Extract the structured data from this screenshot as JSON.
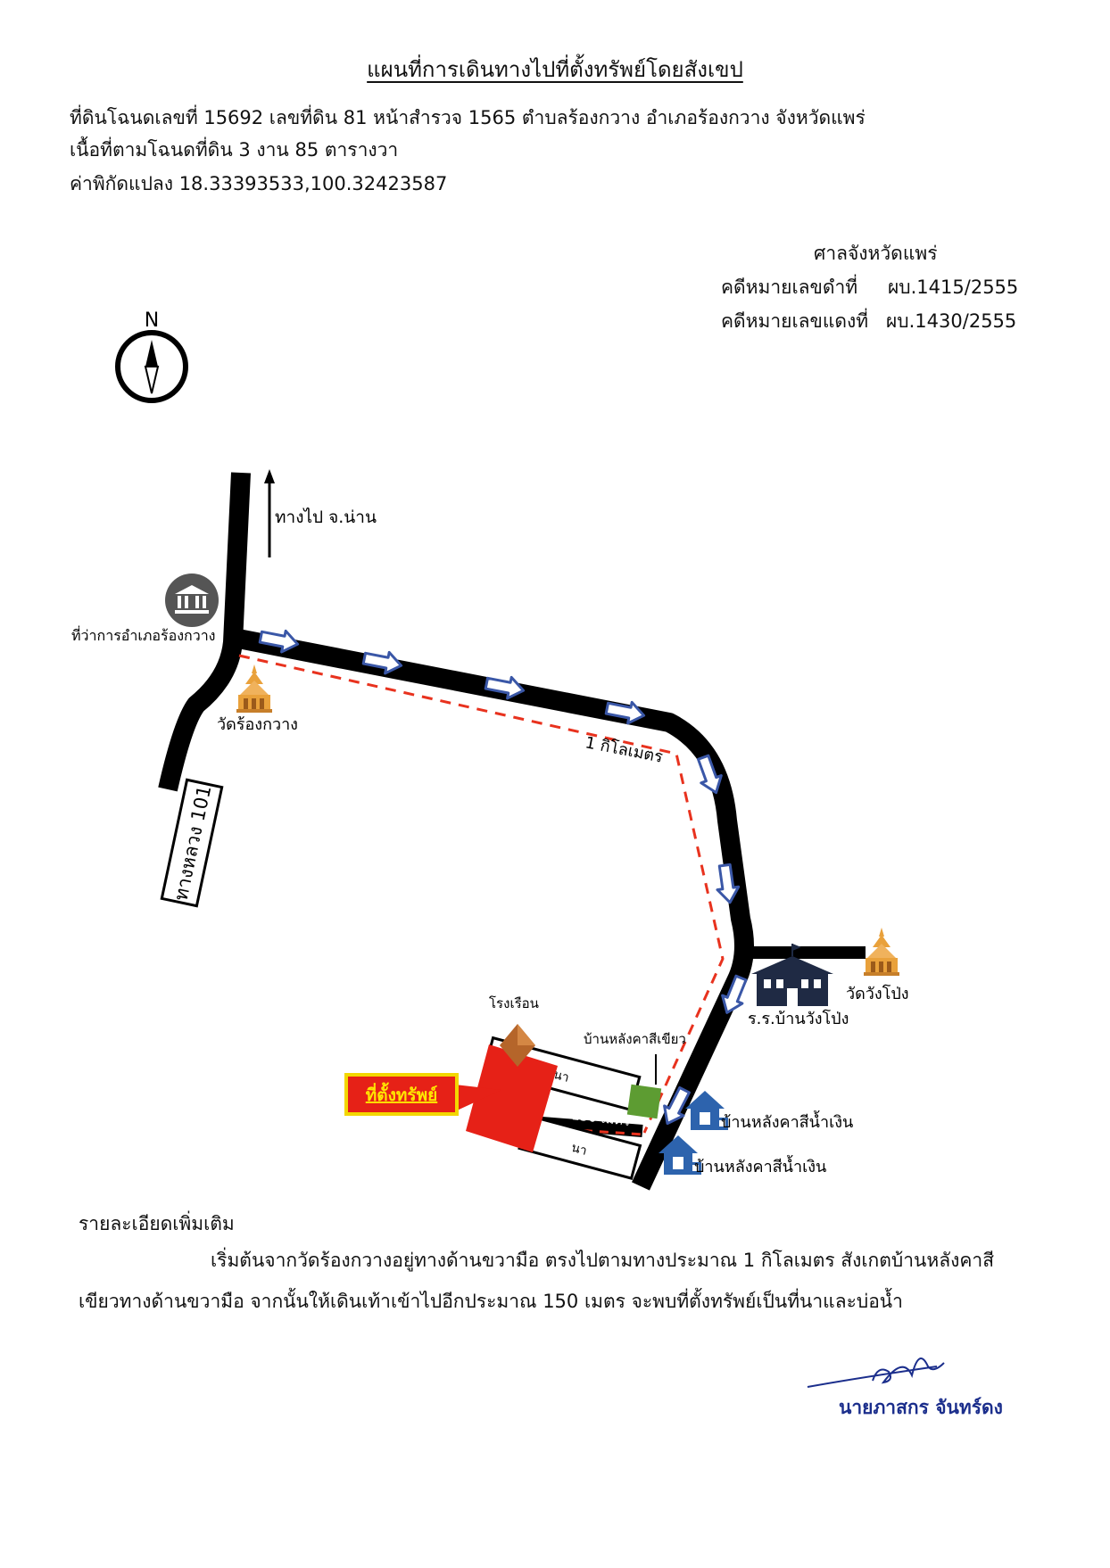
{
  "header": {
    "title": "แผนที่การเดินทางไปที่ตั้งทรัพย์โดยสังเขป",
    "line1": "ที่ดินโฉนดเลขที่ 15692  เลขที่ดิน 81  หน้าสำรวจ 1565  ตำบลร้องกวาง  อำเภอร้องกวาง  จังหวัดแพร่",
    "line2": "เนื้อที่ตามโฉนดที่ดิน  3 งาน 85 ตารางวา",
    "line3": "ค่าพิกัดแปลง 18.33393533,100.32423587"
  },
  "court": {
    "name": "ศาลจังหวัดแพร่",
    "black_case_label": "คดีหมายเลขดำที่",
    "black_case_no": "ผบ.1415/2555",
    "red_case_label": "คดีหมายเลขแดงที่",
    "red_case_no": "ผบ.1430/2555"
  },
  "map": {
    "north_label": "N",
    "to_nan": "ทางไป จ.น่าน",
    "district_office": "ที่ว่าการอำเภอร้องกวาง",
    "wat_rongkwang": "วัดร้องกวาง",
    "highway": "ทางหลวง 101",
    "distance_1km": "1 กิโลเมตร",
    "wat_wangpong": "วัดวังโป่ง",
    "school": "ร.ร.บ้านวังโป่ง",
    "barn": "โรงเรือน",
    "green_roof_house": "บ้านหลังคาสีเขียว",
    "field_top": "นา",
    "field_bottom": "นา",
    "distance_150m": "150 เมตร",
    "blue_house_1": "บ้านหลังคาสีน้ำเงิน",
    "blue_house_2": "บ้านหลังคาสีน้ำเงิน",
    "property_location": "ที่ตั้งทรัพย์",
    "colors": {
      "road": "#000000",
      "route_dash": "#e8321e",
      "arrow_fill": "#ffffff",
      "arrow_stroke": "#3a57a7",
      "property": "#e62117",
      "property_label_bg": "#e62117",
      "property_label_text": "#ffe600",
      "blue_house": "#2d63ad",
      "green_roof": "#5d9c32",
      "temple_gold": "#e9a13b",
      "office_icon_bg": "#555555",
      "school_icon": "#1f2a44"
    }
  },
  "details": {
    "title": "รายละเอียดเพิ่มเติม",
    "body": "เริ่มต้นจากวัดร้องกวางอยู่ทางด้านขวามือ ตรงไปตามทางประมาณ 1 กิโลเมตร สังเกตบ้านหลังคาสีเขียวทางด้านขวามือ จากนั้นให้เดินเท้าเข้าไปอีกประมาณ 150 เมตร จะพบที่ตั้งทรัพย์เป็นที่นาและบ่อน้ำ"
  },
  "signature": {
    "name": "นายภาสกร จันทร์ดง"
  }
}
